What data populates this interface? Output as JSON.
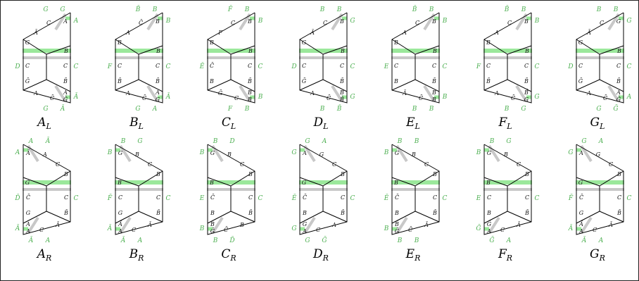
{
  "colors": {
    "band": "#9be89b",
    "outer_label": "#4caf50",
    "shade": "#c8c8c8",
    "line": "#000000"
  },
  "tiles": [
    {
      "row": 0,
      "caption": "A",
      "sub": "L",
      "outer": {
        "top": "G",
        "top_r": "G",
        "right_top": "A",
        "mid_l": "D",
        "mid_r": "C",
        "bot": "G",
        "bot_r": "Ā",
        "right_bot": "Ā"
      },
      "inner": {
        "a": "C",
        "b": "A",
        "c": "Ā",
        "d": "G",
        "e": "B",
        "f": "C",
        "g": "C",
        "h": "Ḡ",
        "i": "B̄",
        "j": "A",
        "k": "C̄",
        "l": "A",
        "m": "Ḡ"
      }
    },
    {
      "row": 0,
      "caption": "B",
      "sub": "L",
      "outer": {
        "top": "B̄",
        "top_r": "B",
        "right_top": "B",
        "mid_l": "F",
        "mid_r": "C",
        "bot": "G",
        "bot_r": "A",
        "right_bot": "Ā"
      },
      "inner": {
        "a": "C̄",
        "b": "B",
        "c": "A",
        "d": "B",
        "e": "B",
        "f": "C",
        "g": "C",
        "h": "B̄",
        "i": "B̄",
        "j": "A",
        "k": "C̄",
        "l": "A",
        "m": "G"
      }
    },
    {
      "row": 0,
      "caption": "C",
      "sub": "L",
      "outer": {
        "top": "F̄",
        "top_r": "B",
        "right_top": "B",
        "mid_l": "Ē",
        "mid_r": "C",
        "bot": "F",
        "bot_r": "B",
        "right_bot": "B"
      },
      "inner": {
        "a": "C",
        "b": "B",
        "c": "F",
        "d": "B",
        "e": "B",
        "f": "C̄",
        "g": "C",
        "h": "B",
        "i": "B̄",
        "j": "Ḡ",
        "k": "C",
        "l": "B",
        "m": "B"
      }
    },
    {
      "row": 0,
      "caption": "D",
      "sub": "L",
      "outer": {
        "top": "B",
        "top_r": "B",
        "right_top": "G",
        "mid_l": "D",
        "mid_r": "C",
        "bot": "B",
        "bot_r": "B̄",
        "right_bot": "G"
      },
      "inner": {
        "a": "C",
        "b": "B",
        "c": "Ā",
        "d": "G",
        "e": "B",
        "f": "C",
        "g": "C",
        "h": "Ḡ",
        "i": "B̄",
        "j": "A",
        "k": "C̄",
        "l": "B",
        "m": "B̄"
      }
    },
    {
      "row": 0,
      "caption": "E",
      "sub": "L",
      "outer": {
        "top": "B̄",
        "top_r": "B",
        "right_top": "B",
        "mid_l": "E",
        "mid_r": "C",
        "bot": "B",
        "bot_r": "B",
        "right_bot": "B"
      },
      "inner": {
        "a": "C",
        "b": "B",
        "c": "A",
        "d": "B",
        "e": "B",
        "f": "C",
        "g": "C",
        "h": "B",
        "i": "B̄",
        "j": "Ā",
        "k": "C̄",
        "l": "B",
        "m": "B"
      }
    },
    {
      "row": 0,
      "caption": "F",
      "sub": "L",
      "outer": {
        "top": "B̄",
        "top_r": "B",
        "right_top": "B",
        "mid_l": "F",
        "mid_r": "C",
        "bot": "B",
        "bot_r": "G",
        "right_bot": "G"
      },
      "inner": {
        "a": "C",
        "b": "B",
        "c": "A",
        "d": "B",
        "e": "B",
        "f": "C",
        "g": "C",
        "h": "B̄",
        "i": "B̄",
        "j": "A",
        "k": "C̄",
        "l": "B̄",
        "m": "G"
      }
    },
    {
      "row": 0,
      "caption": "G",
      "sub": "L",
      "outer": {
        "top": "B",
        "top_r": "B",
        "right_top": "G",
        "mid_l": "D",
        "mid_r": "C",
        "bot": "G",
        "bot_r": "Ḡ",
        "right_bot": "A"
      },
      "inner": {
        "a": "C",
        "b": "G",
        "c": "Ā",
        "d": "G",
        "e": "B",
        "f": "C",
        "g": "C",
        "h": "Ḡ",
        "i": "B̄",
        "j": "A",
        "k": "C̄",
        "l": "A",
        "m": "Ḡ"
      }
    },
    {
      "row": 1,
      "caption": "A",
      "sub": "R",
      "outer": {
        "top": "Ā",
        "top_r": "A",
        "right_top": "A",
        "mid_l": "C",
        "mid_r": "D̄",
        "bot": "A",
        "bot_r": "Ā",
        "right_bot": "Ā"
      },
      "inner": {
        "a": "A",
        "b": "Ā",
        "c": "C",
        "d": "B",
        "e": "Ḡ",
        "f": "C",
        "g": "C̄",
        "h": "B̄",
        "i": "G",
        "j": "Ā",
        "k": "C",
        "l": "A",
        "m": "A"
      }
    },
    {
      "row": 1,
      "caption": "B",
      "sub": "R",
      "outer": {
        "top": "G",
        "top_r": "B",
        "right_top": "B",
        "mid_l": "C",
        "mid_r": "F̄",
        "bot": "A",
        "bot_r": "Ā",
        "right_bot": "Ā"
      },
      "inner": {
        "a": "B",
        "b": "G",
        "c": "C",
        "d": "B",
        "e": "B",
        "f": "C",
        "g": "C",
        "h": "B̄",
        "i": "G",
        "j": "Ā",
        "k": "C",
        "l": "Ā",
        "m": "A"
      }
    },
    {
      "row": 1,
      "caption": "C",
      "sub": "R",
      "outer": {
        "top": "D",
        "top_r": "B",
        "right_top": "B",
        "mid_l": "C",
        "mid_r": "E",
        "bot": "D̄",
        "bot_r": "B",
        "right_bot": "B"
      },
      "inner": {
        "a": "B",
        "b": "G",
        "c": "C",
        "d": "B",
        "e": "B",
        "f": "C",
        "g": "C̄",
        "h": "B̄",
        "i": "B",
        "j": "B",
        "k": "C̄",
        "l": "B",
        "m": "Ḡ"
      }
    },
    {
      "row": 1,
      "caption": "D",
      "sub": "R",
      "outer": {
        "top": "A",
        "top_r": "G",
        "right_top": "G",
        "mid_l": "C",
        "mid_r": "Ē",
        "bot": "Ḡ",
        "bot_r": "G",
        "right_bot": "G"
      },
      "inner": {
        "a": "G",
        "b": "A",
        "c": "C",
        "d": "B",
        "e": "Ḡ",
        "f": "C",
        "g": "C̄",
        "h": "B̄",
        "i": "B",
        "j": "A",
        "k": "C",
        "l": "G",
        "m": "A"
      }
    },
    {
      "row": 1,
      "caption": "E",
      "sub": "R",
      "outer": {
        "top": "B",
        "top_r": "B",
        "right_top": "B",
        "mid_l": "C",
        "mid_r": "Ē",
        "bot": "B",
        "bot_r": "B",
        "right_bot": "B"
      },
      "inner": {
        "a": "B",
        "b": "G",
        "c": "C",
        "d": "B",
        "e": "B",
        "f": "C",
        "g": "C̄",
        "h": "B̄",
        "i": "B",
        "j": "Ā",
        "k": "C̄",
        "l": "B̄",
        "m": "Ḡ"
      }
    },
    {
      "row": 1,
      "caption": "F",
      "sub": "R",
      "outer": {
        "top": "G",
        "top_r": "B",
        "right_top": "B",
        "mid_l": "C",
        "mid_r": "E",
        "bot": "A",
        "bot_r": "Ḡ",
        "right_bot": "Ḡ"
      },
      "inner": {
        "a": "B",
        "b": "G",
        "c": "C",
        "d": "B",
        "e": "B",
        "f": "C",
        "g": "C",
        "h": "B̄",
        "i": "B",
        "j": "Ā",
        "k": "C",
        "l": "Ḡ",
        "m": "A"
      }
    },
    {
      "row": 1,
      "caption": "G",
      "sub": "R",
      "outer": {
        "top": "A",
        "top_r": "G",
        "right_top": "G",
        "mid_l": "C",
        "mid_r": "F̄",
        "bot": "A",
        "bot_r": "Ā",
        "right_bot": "Ā"
      },
      "inner": {
        "a": "G",
        "b": "A",
        "c": "C",
        "d": "B",
        "e": "Ḡ",
        "f": "C",
        "g": "C̄",
        "h": "B̄",
        "i": "G",
        "j": "Ā",
        "k": "C",
        "l": "Ā",
        "m": "A"
      }
    }
  ]
}
